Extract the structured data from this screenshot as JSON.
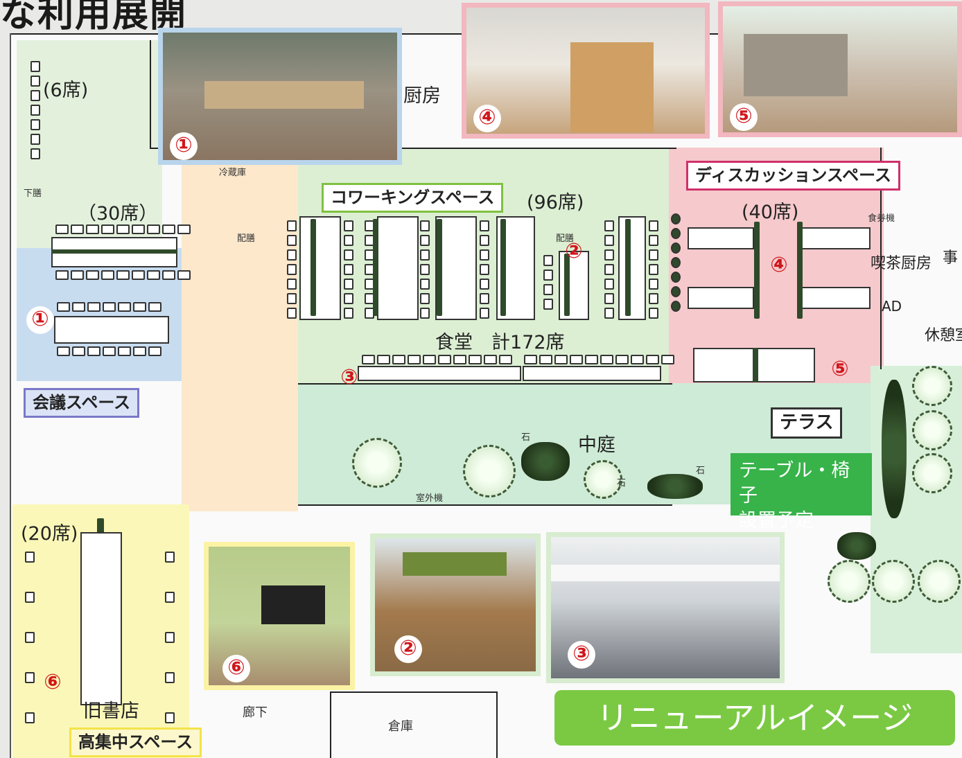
{
  "title": "な利用展開",
  "rooms": {
    "kitchen": "厨房",
    "cafe_kitchen": "喫茶厨房",
    "rest_room": "休憩室",
    "jimu": "事",
    "ad": "AD",
    "corridor": "廊下",
    "storage": "倉庫",
    "old_bookstore": "旧書店",
    "courtyard": "中庭",
    "outdoor_unit": "室外機",
    "cafeteria_total": "食堂　計172席",
    "refrigerator": "冷蔵庫",
    "serving_1": "配膳",
    "serving_2": "配膳",
    "dishwash": "下膳",
    "food_ticket": "食券機",
    "stone_1": "石",
    "stone_2": "石",
    "stone_3": "石"
  },
  "seat_counts": {
    "top_left": "(6席)",
    "meeting": "（30席）",
    "coworking": "(96席)",
    "discussion": "(40席)",
    "focus": "(20席)"
  },
  "space_labels": {
    "meeting": "会議スペース",
    "coworking": "コワーキングスペース",
    "discussion": "ディスカッションスペース",
    "focus": "高集中スペース",
    "terrace": "テラス",
    "terrace_note_line1": "テーブル・椅子",
    "terrace_note_line2": "設置予定"
  },
  "markers": {
    "m1_photo": "①",
    "m1_plan": "①",
    "m2_plan": "②",
    "m2_photo": "②",
    "m3_plan": "③",
    "m3_photo": "③",
    "m4_photo": "④",
    "m4_plan": "④",
    "m5_photo": "⑤",
    "m5_plan": "⑤",
    "m6_plan": "⑥",
    "m6_photo": "⑥"
  },
  "renewal_label": "リニューアルイメージ",
  "colors": {
    "meeting_zone": "#c8dcf0",
    "meeting_border": "#7a78c8",
    "coworking_zone": "#dcefd3",
    "coworking_border": "#7fc141",
    "discussion_zone": "#f6c9cc",
    "discussion_border": "#d0306a",
    "focus_zone": "#fbf7b8",
    "focus_border": "#f3e34a",
    "corridor_zone": "#fde8cc",
    "terrace_zone": "#cdebd6",
    "marker_red": "#d0161b",
    "renewal_green": "#7bc943",
    "note_green": "#37b34a"
  }
}
